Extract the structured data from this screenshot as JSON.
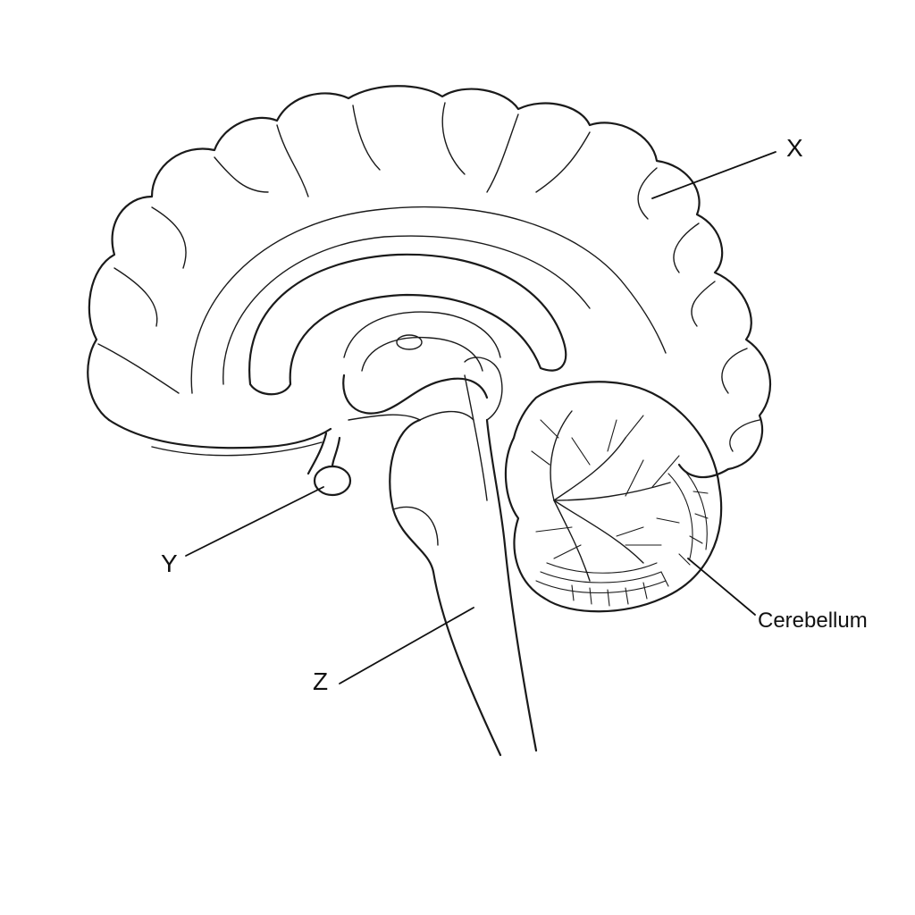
{
  "labels": {
    "x": "X",
    "y": "Y",
    "z": "Z",
    "cerebellum": "Cerebellum"
  }
}
